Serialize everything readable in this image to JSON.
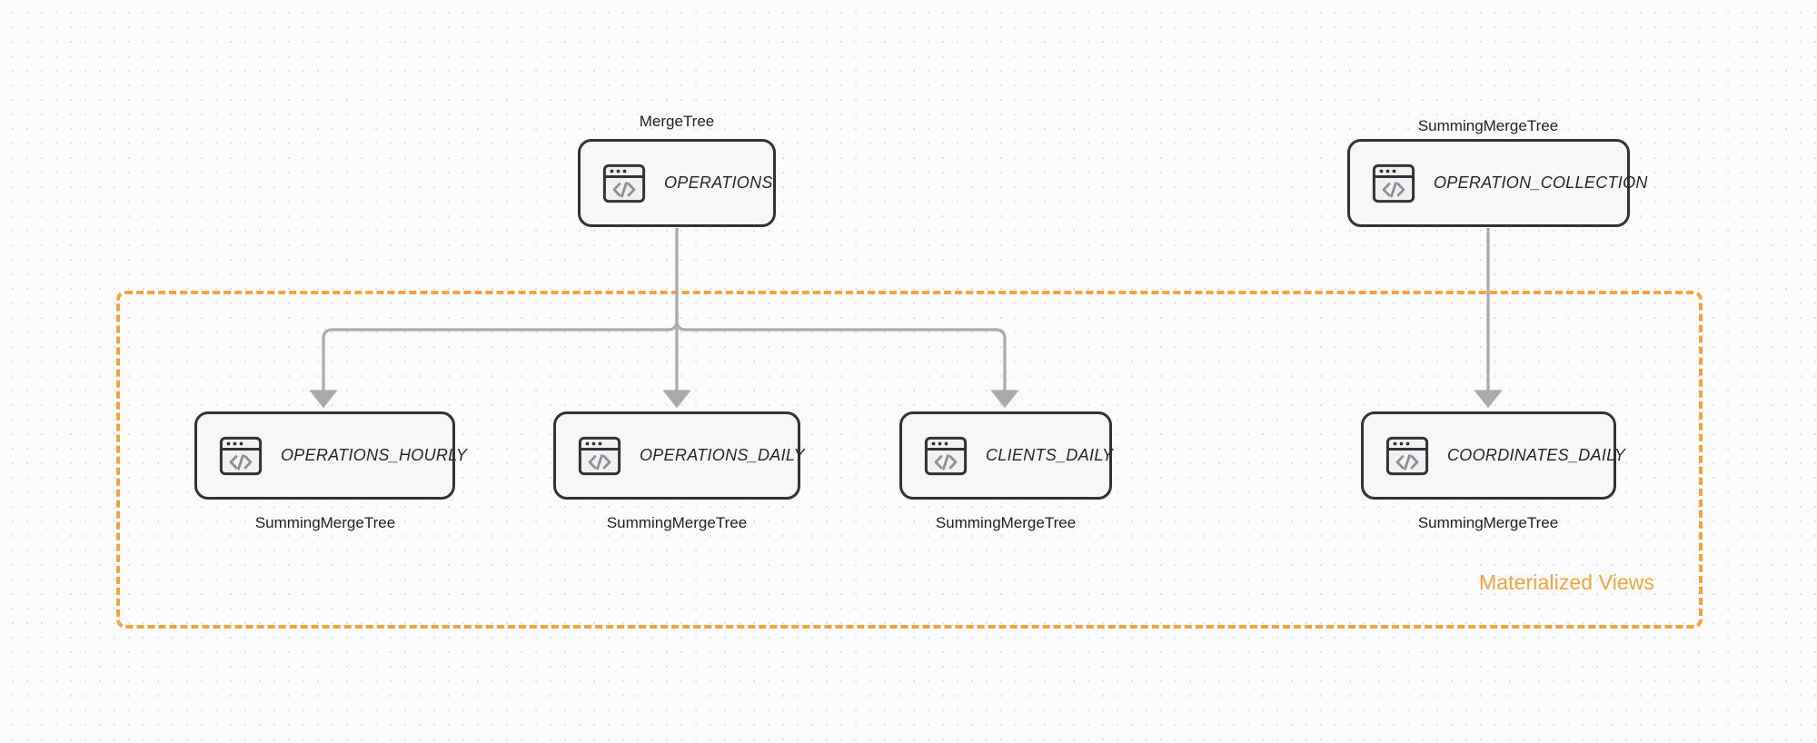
{
  "diagram": {
    "title": "ClickHouse table and materialized view topology",
    "background_color": "#fbfbfb",
    "accent_color": "#f7a33c",
    "node_border_color": "#2f3438",
    "node_fill_color": "#f7f7f7",
    "edge_color": "#aaaaaa"
  },
  "group": {
    "label": "Materialized Views",
    "color": "#f7a33c"
  },
  "nodes": [
    {
      "id": "operations",
      "name": "OPERATIONS",
      "engine": "MergeTree",
      "engine_position": "top",
      "icon": "code-window-icon"
    },
    {
      "id": "operation_collection",
      "name": "OPERATION_COLLECTION",
      "engine": "SummingMergeTree",
      "engine_position": "top",
      "icon": "code-window-icon"
    },
    {
      "id": "operations_hourly",
      "name": "OPERATIONS_HOURLY",
      "engine": "SummingMergeTree",
      "engine_position": "bottom",
      "icon": "code-window-icon"
    },
    {
      "id": "operations_daily",
      "name": "OPERATIONS_DAILY",
      "engine": "SummingMergeTree",
      "engine_position": "bottom",
      "icon": "code-window-icon"
    },
    {
      "id": "clients_daily",
      "name": "CLIENTS_DAILY",
      "engine": "SummingMergeTree",
      "engine_position": "bottom",
      "icon": "code-window-icon"
    },
    {
      "id": "coordinates_daily",
      "name": "COORDINATES_DAILY",
      "engine": "SummingMergeTree",
      "engine_position": "bottom",
      "icon": "code-window-icon"
    }
  ],
  "edges": [
    {
      "from": "operations",
      "to": "operations_hourly"
    },
    {
      "from": "operations",
      "to": "operations_daily"
    },
    {
      "from": "operations",
      "to": "clients_daily"
    },
    {
      "from": "operation_collection",
      "to": "coordinates_daily"
    }
  ]
}
